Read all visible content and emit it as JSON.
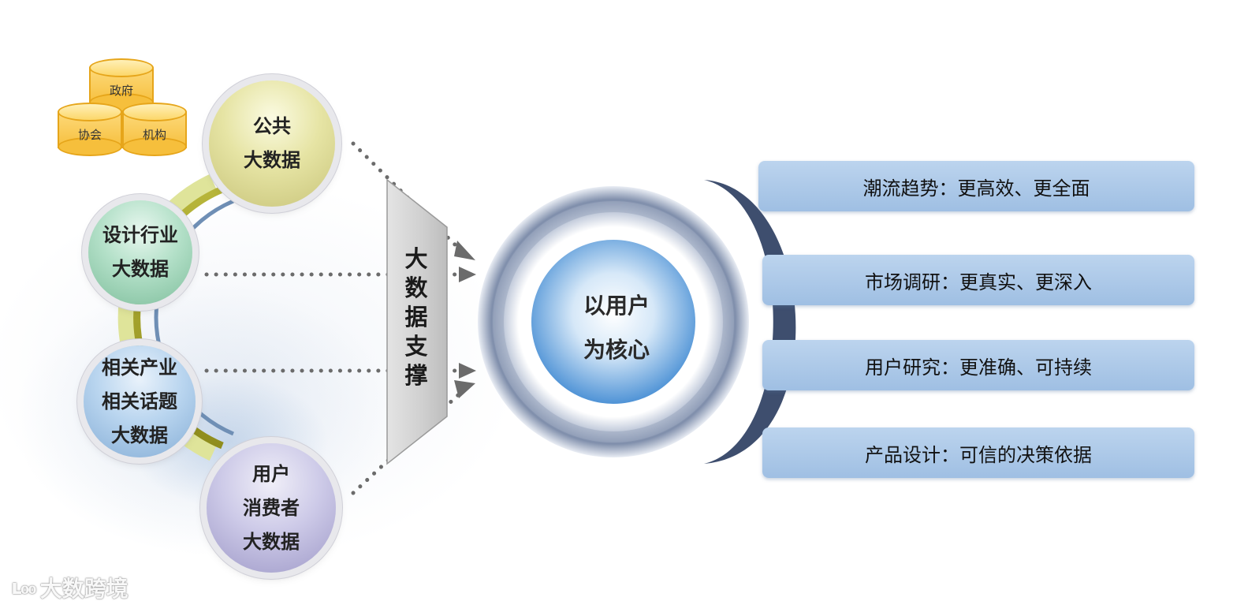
{
  "sources": {
    "databases": [
      {
        "label": "政府"
      },
      {
        "label": "协会"
      },
      {
        "label": "机构"
      }
    ],
    "bubbles": [
      {
        "lines": [
          "公共",
          "大数据"
        ]
      },
      {
        "lines": [
          "设计行业",
          "大数据"
        ]
      },
      {
        "lines": [
          "相关产业",
          "相关话题",
          "大数据"
        ]
      },
      {
        "lines": [
          "用户",
          "消费者",
          "大数据"
        ]
      }
    ]
  },
  "support": {
    "chars": [
      "大",
      "数",
      "据",
      "支",
      "撑"
    ]
  },
  "core": {
    "lines": [
      "以用户",
      "为核心"
    ]
  },
  "outcomes": [
    {
      "text": "潮流趋势：更高效、更全面"
    },
    {
      "text": "市场调研：更真实、更深入"
    },
    {
      "text": "用户研究：更准确、可持续"
    },
    {
      "text": "产品设计：可信的决策依据"
    }
  ],
  "watermark": {
    "mark": "ʟ₀₀",
    "text": "大数跨境"
  },
  "colors": {
    "database_fill": "#f6bf3c",
    "bar_fill": "#a9c7e8",
    "ring_dark": "#7c8aa6",
    "core_blue": "#5c9cd8"
  }
}
